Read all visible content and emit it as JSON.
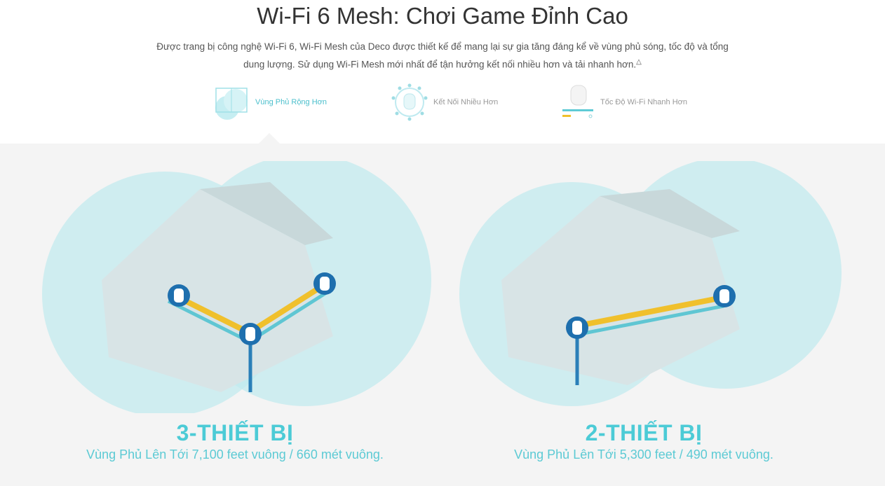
{
  "header": {
    "title": "Wi-Fi 6 Mesh: Chơi Game Đỉnh Cao",
    "description": "Được trang bị công nghệ Wi-Fi 6, Wi-Fi Mesh của Deco được thiết kế để mang lại sự gia tăng đáng kể về vùng phủ sóng, tốc độ và tổng dung lượng. Sử dụng Wi-Fi Mesh mới nhất để tận hưởng kết nối nhiều hơn và tải nhanh hơn.",
    "footnote_mark": "△"
  },
  "tabs": [
    {
      "label": "Vùng Phủ Rộng Hơn",
      "icon": "coverage-icon",
      "active": true
    },
    {
      "label": "Kết Nối Nhiều Hơn",
      "icon": "connections-icon",
      "active": false
    },
    {
      "label": "Tốc Độ Wi-Fi Nhanh Hơn",
      "icon": "speed-icon",
      "active": false
    }
  ],
  "panels": [
    {
      "heading": "3-THIẾT BỊ",
      "subtitle": "Vùng Phủ Lên Tới 7,100 feet vuông / 660 mét vuông."
    },
    {
      "heading": "2-THIẾT BỊ",
      "subtitle": "Vùng Phủ Lên Tới 5,300 feet / 490 mét vuông."
    }
  ],
  "colors": {
    "accent": "#4ccbd6",
    "gold": "#f0c02c",
    "bg": "#f4f4f4"
  }
}
